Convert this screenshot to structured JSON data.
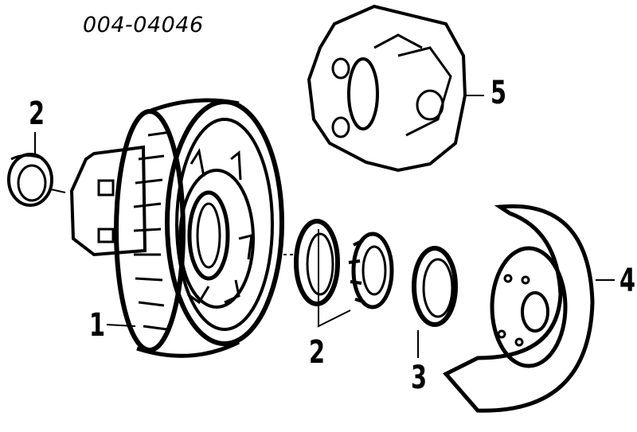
{
  "diagram": {
    "part_number": "004-04046",
    "callouts": [
      {
        "id": "left-bearing-race",
        "label": "2"
      },
      {
        "id": "brake-caliper",
        "label": "5"
      },
      {
        "id": "rotor",
        "label": "1"
      },
      {
        "id": "inner-bearings",
        "label": "2"
      },
      {
        "id": "grease-seal",
        "label": "3"
      },
      {
        "id": "splash-shield",
        "label": "4"
      }
    ]
  }
}
